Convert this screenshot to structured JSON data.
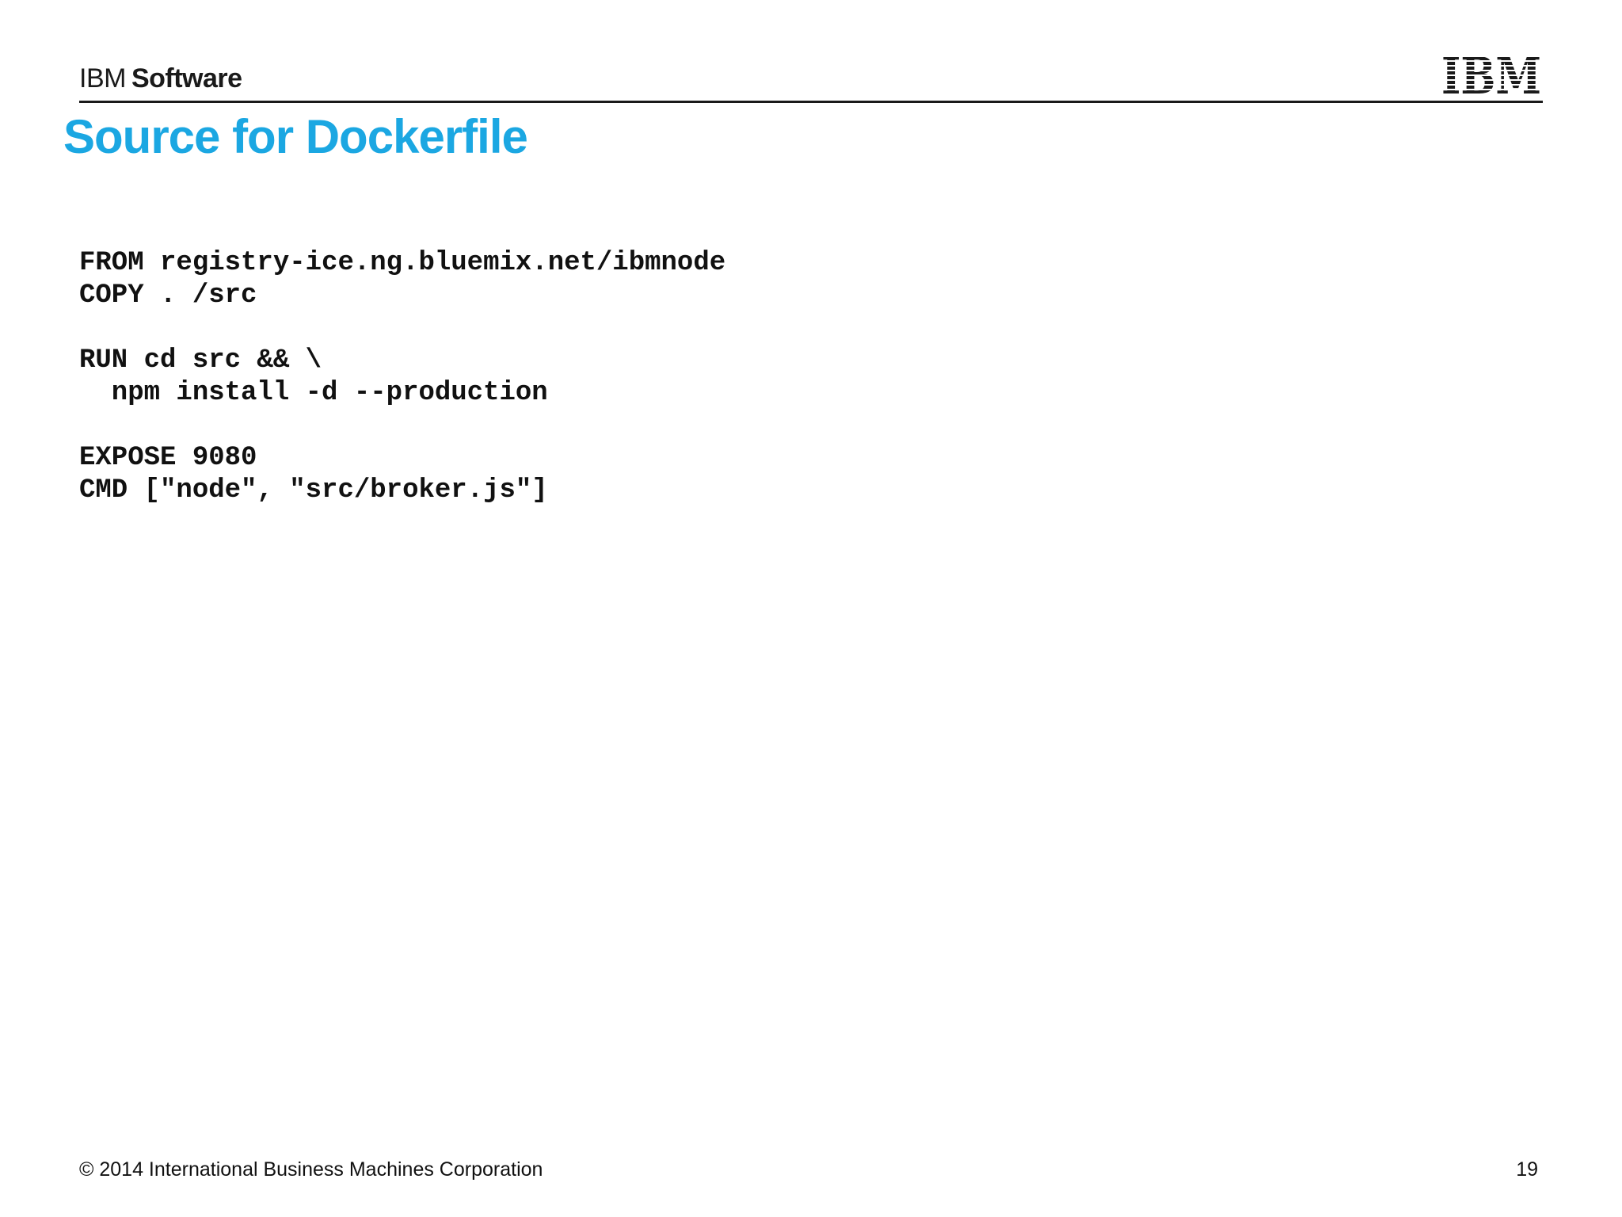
{
  "slide": {
    "brand": {
      "ibm": "IBM",
      "product": "Software"
    },
    "logo": {
      "text": "IBM"
    },
    "title": "Source for Dockerfile",
    "code_lines": [
      "FROM registry-ice.ng.bluemix.net/ibmnode",
      "COPY . /src",
      "",
      "RUN cd src && \\",
      "  npm install -d --production",
      "",
      "EXPOSE 9080",
      "CMD [\"node\", \"src/broker.js\"]"
    ],
    "footer": {
      "copyright": "© 2014 International Business Machines Corporation",
      "page_number": "19"
    },
    "colors": {
      "title_blue": "#1ba7e2",
      "text_black": "#1a1a1a"
    }
  }
}
